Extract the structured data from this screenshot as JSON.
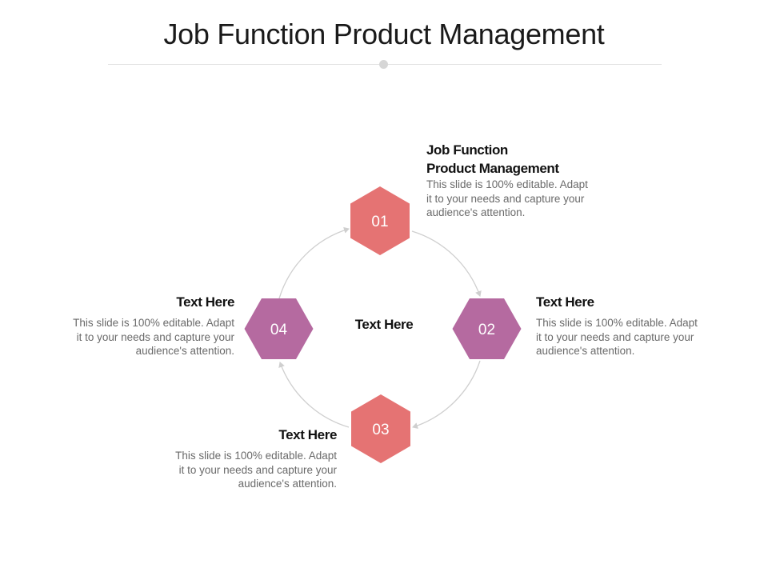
{
  "title": "Job Function Product Management",
  "center_label": "Text Here",
  "colors": {
    "coral": "#E57373",
    "purple": "#B56AA0",
    "arrow": "#cfcfcf"
  },
  "steps": [
    {
      "number": "01",
      "color": "coral",
      "heading_lines": [
        "Job Function",
        "Product Management"
      ],
      "body_lines": [
        "This slide is 100% editable. Adapt",
        "it to your needs and capture your",
        "audience's attention."
      ]
    },
    {
      "number": "02",
      "color": "purple",
      "heading_lines": [
        "Text Here"
      ],
      "body_lines": [
        "This slide is 100% editable. Adapt",
        "it to your needs and capture your",
        "audience's attention."
      ]
    },
    {
      "number": "03",
      "color": "coral",
      "heading_lines": [
        "Text Here"
      ],
      "body_lines": [
        "This slide is 100% editable. Adapt",
        "it to your needs and capture your",
        "audience's attention."
      ]
    },
    {
      "number": "04",
      "color": "purple",
      "heading_lines": [
        "Text Here"
      ],
      "body_lines": [
        "This slide is 100% editable. Adapt",
        "it to your needs and capture your",
        "audience's attention."
      ]
    }
  ]
}
